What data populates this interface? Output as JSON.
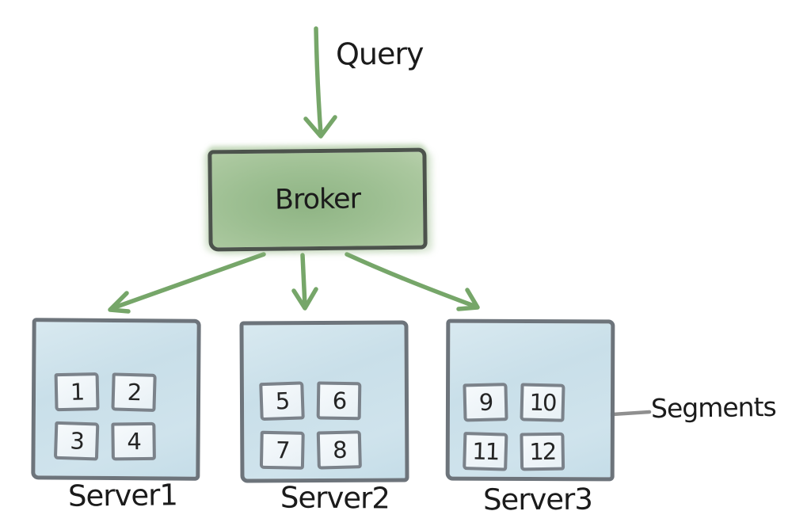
{
  "diagram": {
    "query_label": "Query",
    "broker_label": "Broker",
    "segments_label": "Segments",
    "servers": [
      {
        "name": "Server1",
        "segments": [
          "1",
          "2",
          "3",
          "4"
        ]
      },
      {
        "name": "Server2",
        "segments": [
          "5",
          "6",
          "7",
          "8"
        ]
      },
      {
        "name": "Server3",
        "segments": [
          "9",
          "10",
          "11",
          "12"
        ]
      }
    ],
    "arrows": [
      {
        "name": "query-to-broker",
        "color": "#76a669"
      },
      {
        "name": "broker-to-server1",
        "color": "#76a669"
      },
      {
        "name": "broker-to-server2",
        "color": "#76a669"
      },
      {
        "name": "broker-to-server3",
        "color": "#76a669"
      },
      {
        "name": "segments-annotation",
        "color": "#8f8f8f"
      }
    ],
    "colors": {
      "background": "#ffffff",
      "broker_fill": "#9cbf90",
      "broker_border": "#4c534c",
      "server_fill": "#cde2eb",
      "server_border": "#6d747b",
      "segment_fill": "#f0f5f8",
      "segment_border": "#7b828a",
      "arrow_green": "#76a669",
      "arrow_gray": "#8f8f8f",
      "text": "#1b1b1b"
    }
  }
}
